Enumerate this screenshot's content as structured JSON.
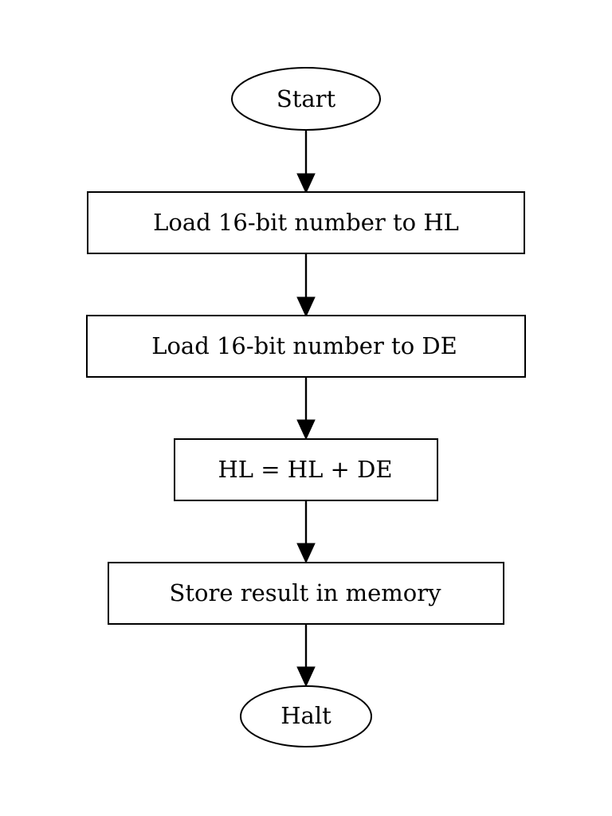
{
  "flowchart": {
    "nodes": [
      {
        "id": "start",
        "shape": "ellipse",
        "label": "Start"
      },
      {
        "id": "load-hl",
        "shape": "rect",
        "label": "Load 16-bit number to HL"
      },
      {
        "id": "load-de",
        "shape": "rect",
        "label": "Load 16-bit number to DE"
      },
      {
        "id": "add",
        "shape": "rect",
        "label": "HL = HL + DE"
      },
      {
        "id": "store",
        "shape": "rect",
        "label": "Store result in memory"
      },
      {
        "id": "halt",
        "shape": "ellipse",
        "label": "Halt"
      }
    ],
    "edges": [
      {
        "from": "start",
        "to": "load-hl"
      },
      {
        "from": "load-hl",
        "to": "load-de"
      },
      {
        "from": "load-de",
        "to": "add"
      },
      {
        "from": "add",
        "to": "store"
      },
      {
        "from": "store",
        "to": "halt"
      }
    ]
  }
}
